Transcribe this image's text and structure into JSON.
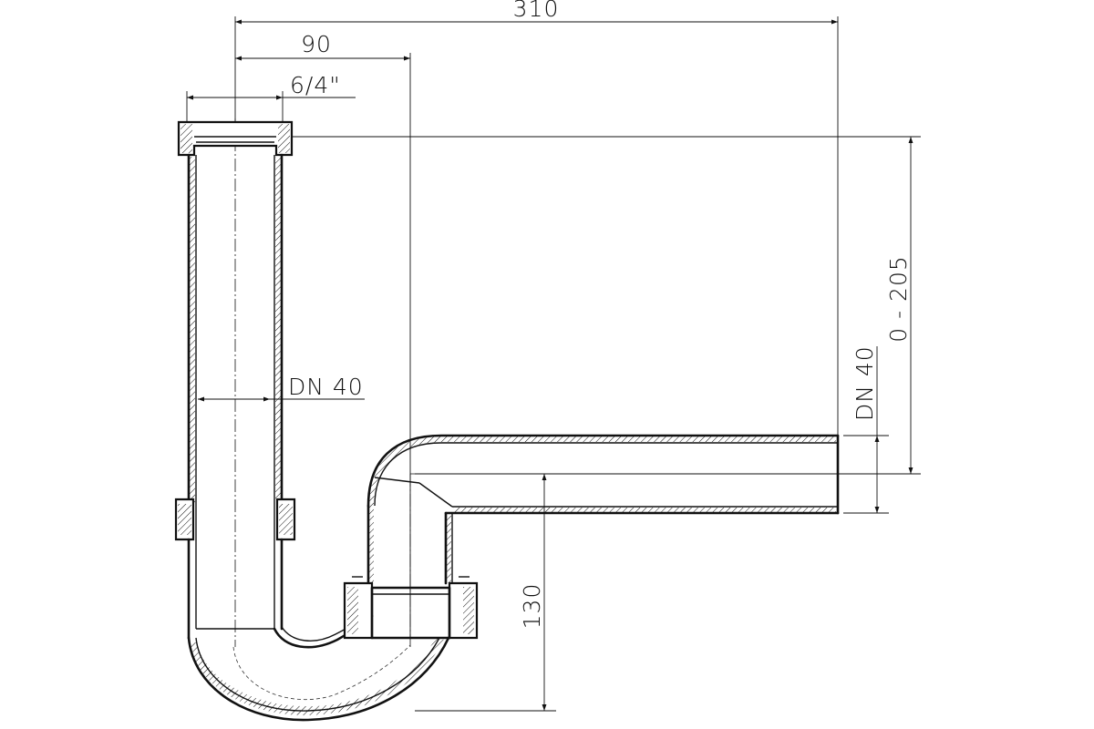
{
  "dimensions": {
    "total_width": "310",
    "trap_offset": "90",
    "thread_size": "6/4\"",
    "inlet_pipe_dn": "DN 40",
    "outlet_pipe_dn": "DN 40",
    "height_range": "0 - 205",
    "seal_height": "130"
  }
}
